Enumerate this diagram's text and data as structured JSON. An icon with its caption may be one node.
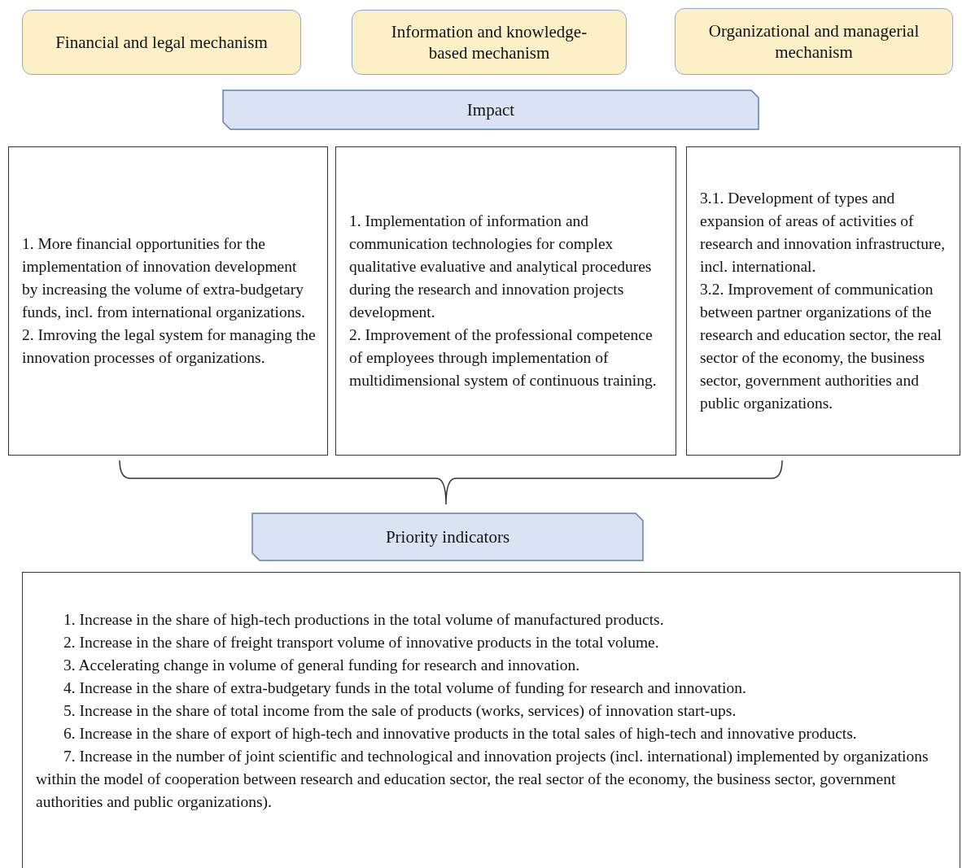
{
  "diagram": {
    "nodes": [
      {
        "text": [
          "Financial and legal mechanism"
        ]
      },
      {
        "text": [
          "Information and knowledge-based mechanism"
        ]
      },
      {
        "text": [
          "Organizational and managerial mechanism"
        ]
      },
      {
        "text": [
          "Impact"
        ]
      },
      {
        "text": [
          "1. More financial opportunities for the implementation of innovation development by increasing the volume of extra-budgetary funds, incl. from international organizations.",
          "2. Imroving the legal system for managing the innovation processes of organizations."
        ]
      },
      {
        "text": [
          "1. Implementation of information and communication technologies for complex qualitative evaluative and analytical procedures during the research and innovation projects development.",
          "2. Improvement of the professional competence of employees through implementation of multidimensional system of continuous training."
        ]
      },
      {
        "text": [
          "3.1. Development of types and expansion of areas of activities of research and innovation infrastructure, incl. international.",
          "3.2. Improvement of communication between partner organizations of the research and education sector, the real sector of the economy, the business sector, government authorities and public organizations."
        ]
      },
      {
        "text": [
          "Priority indicators"
        ]
      },
      {
        "text": [
          "1. Increase in the share of high-tech productions in the total volume of manufactured products.",
          "2. Increase in the share of freight transport volume of innovative products in the total volume.",
          "3. Accelerating change in volume of general funding for research and innovation.",
          "4. Increase in the share of extra-budgetary funds in the total volume of funding for research and innovation.",
          "5. Increase in the share of total income from the sale of products (works, services) of innovation start-ups.",
          "6. Increase in the share of export of high-tech and innovative products in the total sales of high-tech and innovative products.",
          "7. Increase in the number of joint scientific and technological and innovation projects (incl. international) implemented by organizations within the model of cooperation between research and education sector, the real sector of the economy, the business sector, government authorities and public organizations)."
        ]
      }
    ],
    "edges": []
  }
}
